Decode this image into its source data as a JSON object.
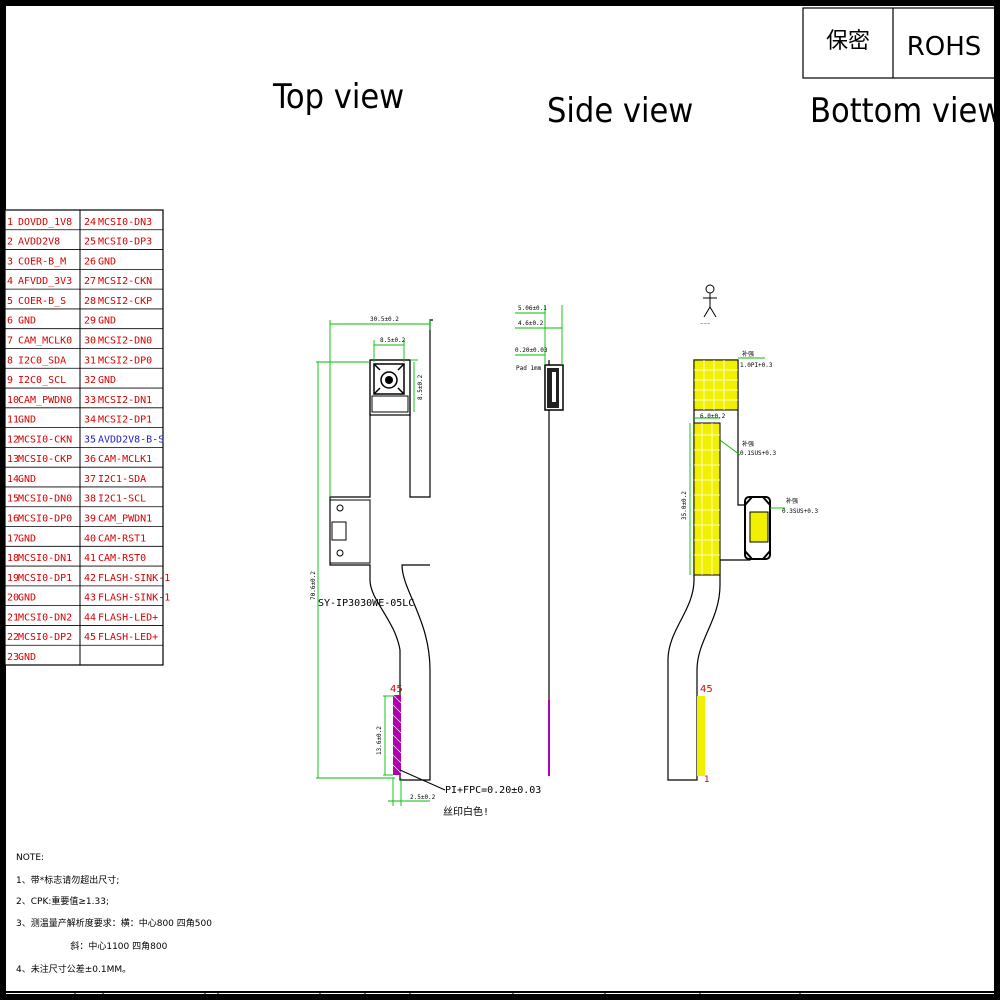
{
  "header": {
    "confidential": "保密",
    "rohs": "ROHS"
  },
  "views": {
    "top": "Top view",
    "side": "Side view",
    "bottom": "Bottom view"
  },
  "colors": {
    "pin_red": "#d40000",
    "pin_blue": "#2020c8",
    "dimension_green": "#00c000",
    "stiffener_yellow": "#f0f000",
    "contact_magenta": "#b000b0"
  },
  "pin_table": {
    "left": [
      {
        "num": "1",
        "name": "DOVDD_1V8"
      },
      {
        "num": "2",
        "name": "AVDD2V8"
      },
      {
        "num": "3",
        "name": "COER-B_M"
      },
      {
        "num": "4",
        "name": "AFVDD_3V3"
      },
      {
        "num": "5",
        "name": "COER-B_S"
      },
      {
        "num": "6",
        "name": "GND"
      },
      {
        "num": "7",
        "name": "CAM_MCLK0"
      },
      {
        "num": "8",
        "name": "I2C0_SDA"
      },
      {
        "num": "9",
        "name": "I2C0_SCL"
      },
      {
        "num": "10",
        "name": "CAM_PWDN0"
      },
      {
        "num": "11",
        "name": "GND"
      },
      {
        "num": "12",
        "name": "MCSI0-CKN"
      },
      {
        "num": "13",
        "name": "MCSI0-CKP"
      },
      {
        "num": "14",
        "name": "GND"
      },
      {
        "num": "15",
        "name": "MCSI0-DN0"
      },
      {
        "num": "16",
        "name": "MCSI0-DP0"
      },
      {
        "num": "17",
        "name": "GND"
      },
      {
        "num": "18",
        "name": "MCSI0-DN1"
      },
      {
        "num": "19",
        "name": "MCSI0-DP1"
      },
      {
        "num": "20",
        "name": "GND"
      },
      {
        "num": "21",
        "name": "MCSI0-DN2"
      },
      {
        "num": "22",
        "name": "MCSI0-DP2"
      },
      {
        "num": "23",
        "name": "GND"
      }
    ],
    "right": [
      {
        "num": "24",
        "name": "MCSI0-DN3",
        "blue": false
      },
      {
        "num": "25",
        "name": "MCSI0-DP3",
        "blue": false
      },
      {
        "num": "26",
        "name": "GND",
        "blue": false
      },
      {
        "num": "27",
        "name": "MCSI2-CKN",
        "blue": false
      },
      {
        "num": "28",
        "name": "MCSI2-CKP",
        "blue": false
      },
      {
        "num": "29",
        "name": "GND",
        "blue": false
      },
      {
        "num": "30",
        "name": "MCSI2-DN0",
        "blue": false
      },
      {
        "num": "31",
        "name": "MCSI2-DP0",
        "blue": false
      },
      {
        "num": "32",
        "name": "GND",
        "blue": false
      },
      {
        "num": "33",
        "name": "MCSI2-DN1",
        "blue": false
      },
      {
        "num": "34",
        "name": "MCSI2-DP1",
        "blue": false
      },
      {
        "num": "35",
        "name": "AVDD2V8-B-S",
        "blue": true
      },
      {
        "num": "36",
        "name": "CAM-MCLK1",
        "blue": false
      },
      {
        "num": "37",
        "name": "I2C1-SDA",
        "blue": false
      },
      {
        "num": "38",
        "name": "I2C1-SCL",
        "blue": false
      },
      {
        "num": "39",
        "name": "CAM_PWDN1",
        "blue": false
      },
      {
        "num": "40",
        "name": "CAM-RST1",
        "blue": false
      },
      {
        "num": "41",
        "name": "CAM-RST0",
        "blue": false
      },
      {
        "num": "42",
        "name": "FLASH-SINK-1",
        "blue": false
      },
      {
        "num": "43",
        "name": "FLASH-SINK-1",
        "blue": false
      },
      {
        "num": "44",
        "name": "FLASH-LED+",
        "blue": false
      },
      {
        "num": "45",
        "name": "FLASH-LED+",
        "blue": false
      },
      {
        "num": "",
        "name": "",
        "blue": false
      }
    ]
  },
  "top_view": {
    "part_number": "SY-IP3030WE-05LC",
    "pin_first_label": "45",
    "material_line1": "PI+FPC=0.20±0.03",
    "material_line2": "丝印白色!",
    "dims": {
      "overall_width": "30.5±0.2",
      "module_width": "8.5±0.2",
      "module_height": "8.5±0.2",
      "overall_length": "70.6±0.2",
      "connector_length": "13.6±0.2",
      "connector_width": "2.5±0.2"
    }
  },
  "side_view": {
    "dims": {
      "top1": "5.06±0.1",
      "top2": "4.6±0.2",
      "thickness": "0.20±0.03",
      "note": "Pad 1mm"
    }
  },
  "bottom_view": {
    "pin_first_label": "45",
    "pin_last_label": "1",
    "dims": {
      "stiffener_label": "补强",
      "stiffener_spec": "1.0PI+0.3",
      "stiffener2_label": "补强",
      "stiffener2_spec": "0.1SUS+0.3",
      "stiffener3_label": "补强",
      "stiffener3_spec": "0.3SUS+0.3",
      "body_dim": "6.0±0.2",
      "height_dim": "35.0±0.2"
    }
  },
  "notes": {
    "title": "NOTE:",
    "items": [
      "1、带*标志请勿超出尺寸;",
      "2、CPK:重要值≥1.33;",
      "3、测温量产解析度要求：横：中心800 四角500",
      "                   斜：中心1100 四角800",
      "4、未注尺寸公差±0.1MM。"
    ]
  }
}
